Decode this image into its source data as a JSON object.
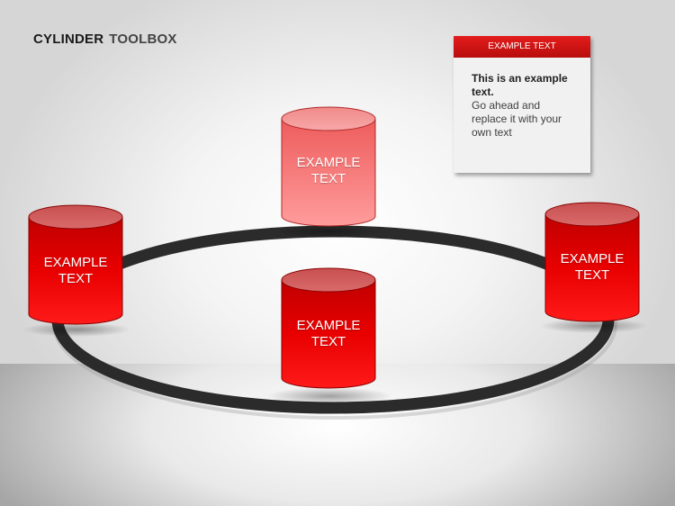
{
  "title": {
    "part1": "CYLINDER",
    "part2": "TOOLBOX"
  },
  "cylinders": [
    {
      "id": "top",
      "label_line1": "EXAMPLE",
      "label_line2": "TEXT",
      "style": "light"
    },
    {
      "id": "left",
      "label_line1": "EXAMPLE",
      "label_line2": "TEXT",
      "style": "dark"
    },
    {
      "id": "center",
      "label_line1": "EXAMPLE",
      "label_line2": "TEXT",
      "style": "dark"
    },
    {
      "id": "right",
      "label_line1": "EXAMPLE",
      "label_line2": "TEXT",
      "style": "dark"
    }
  ],
  "note": {
    "header": "EXAMPLE TEXT",
    "bold": "This is an example text.",
    "body": "Go ahead and replace it with your own text"
  },
  "colors": {
    "cylinder_red": "#e00000",
    "cylinder_light": "#f06c6c",
    "ring": "#2b2b2b",
    "note_header": "#d41414"
  }
}
